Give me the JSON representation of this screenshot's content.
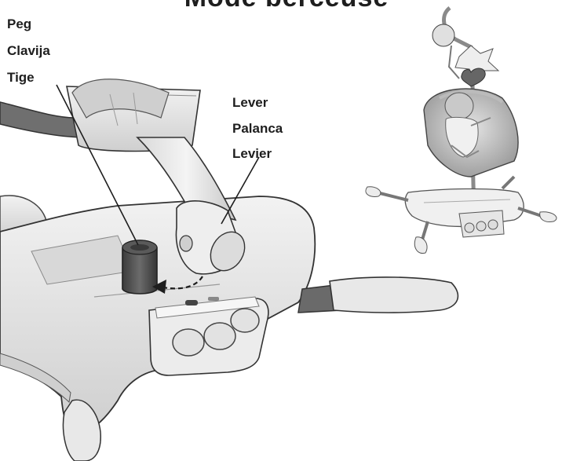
{
  "title": "Mode berceuse",
  "callouts": {
    "peg": {
      "en": "Peg",
      "es": "Clavija",
      "fr": "Tige"
    },
    "lever": {
      "en": "Lever",
      "es": "Palanca",
      "fr": "Levier"
    }
  },
  "colors": {
    "ink": "#1e1e1e",
    "plastic": "#e6e6e6",
    "shadow": "#bdbdbd",
    "peg": "#505050",
    "tube": "#7a7a7a"
  }
}
